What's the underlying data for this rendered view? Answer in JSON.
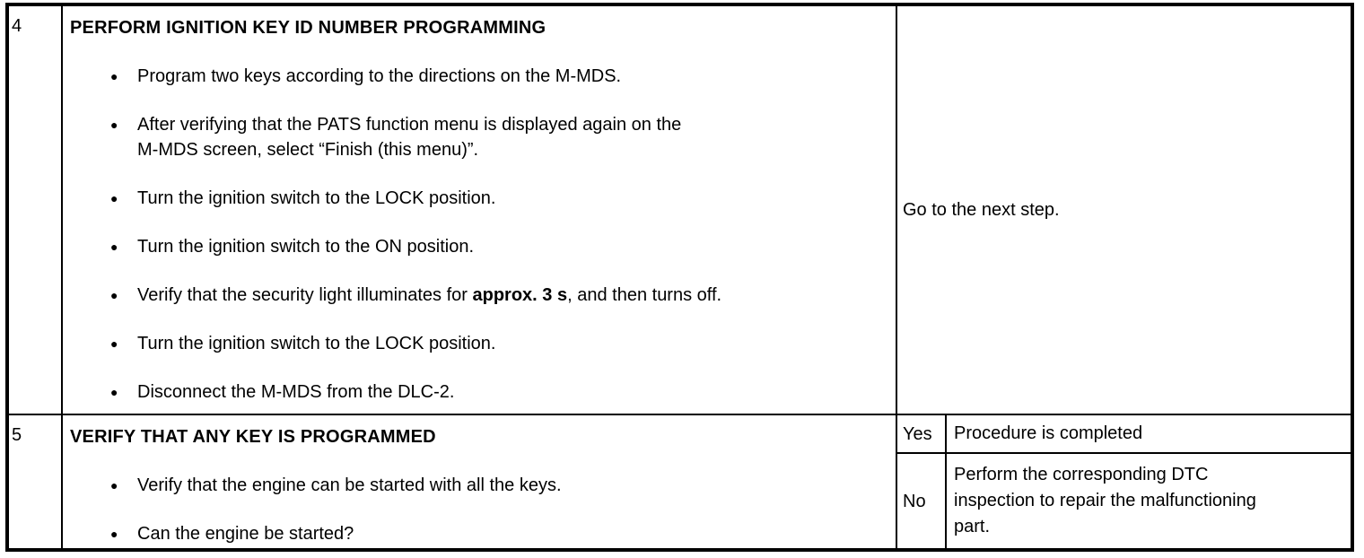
{
  "colors": {
    "background": "#ffffff",
    "text": "#000000",
    "border": "#000000"
  },
  "icons": {
    "bullet": "●"
  },
  "doc": {
    "rows": [
      {
        "step": "4",
        "title": "PERFORM IGNITION KEY ID NUMBER PROGRAMMING",
        "bullets": [
          {
            "line1": "Program two keys according to the directions on the M-MDS."
          },
          {
            "line1": "After verifying that the PATS function menu is displayed again on the",
            "line2": "M-MDS screen, select “Finish (this menu)”."
          },
          {
            "line1": "Turn the ignition switch to the LOCK position."
          },
          {
            "line1": "Turn the ignition switch to the ON position."
          },
          {
            "pre": "Verify that the security light illuminates for ",
            "bold": "approx. 3 s",
            "post": ", and then turns off."
          },
          {
            "line1": "Turn the ignition switch to the LOCK position."
          },
          {
            "line1": "Disconnect the M-MDS from the DLC-2."
          }
        ],
        "action": "Go to the next step."
      },
      {
        "step": "5",
        "title": "VERIFY THAT ANY KEY IS PROGRAMMED",
        "bullets": [
          {
            "line1": "Verify that the engine can be started with all the keys."
          },
          {
            "line1": "Can the engine be started?"
          }
        ],
        "results": [
          {
            "answer": "Yes",
            "lines": [
              "Procedure is completed"
            ]
          },
          {
            "answer": "No",
            "lines": [
              "Perform the corresponding DTC",
              "inspection to repair the malfunctioning",
              "part."
            ]
          }
        ]
      }
    ]
  }
}
